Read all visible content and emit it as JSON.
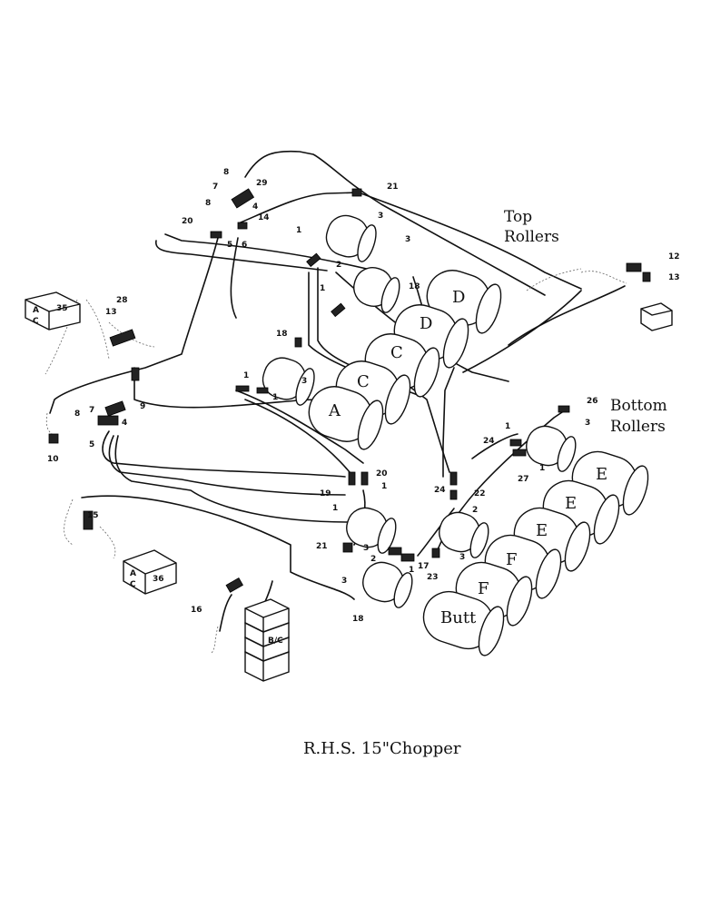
{
  "groups": {
    "top": [
      "Top",
      "Rollers"
    ],
    "bottom": [
      "Bottom",
      "Rollers"
    ]
  },
  "caption": "R.H.S. 15\"Chopper",
  "rollers": {
    "d1": "D",
    "d2": "D",
    "c1": "C",
    "c2": "C",
    "a1": "A",
    "e1": "E",
    "e2": "E",
    "e3": "E",
    "f1": "F",
    "f2": "F",
    "f3": "F",
    "butt": "Butt"
  },
  "valves": {
    "v35": "35",
    "v36": "36",
    "bc": "B/C",
    "a_left": "A",
    "c_left": "C",
    "a_bot": "A",
    "c_bot": "C"
  },
  "callouts": {
    "c8a": "8",
    "c29": "29",
    "c7a": "7",
    "c21a": "21",
    "c3a": "3",
    "c8b": "8",
    "c4a": "4",
    "c14": "14",
    "c20a": "20",
    "c5a": "5",
    "c6": "6",
    "c1a": "1",
    "c3b": "3",
    "c2a": "2",
    "c18a": "18",
    "c1b": "1",
    "c28": "28",
    "c13a": "13",
    "c12": "12",
    "c13b": "13",
    "c18b": "18",
    "c3c": "3",
    "c1c": "1",
    "c1d": "1",
    "c9": "9",
    "c7b": "7",
    "c8c": "8",
    "c4b": "4",
    "c5b": "5",
    "c10": "10",
    "c26": "26",
    "c3d": "3",
    "c1e": "1",
    "c24a": "24",
    "c27": "27",
    "c1f": "1",
    "c20b": "20",
    "c19": "19",
    "c1g": "1",
    "c1h": "1",
    "c24b": "24",
    "c22": "22",
    "c2b": "2",
    "c15": "15",
    "c21b": "21",
    "c3e": "3",
    "c2c": "2",
    "c17": "17",
    "c1i": "1",
    "c23": "23",
    "c3f": "3",
    "c3g": "3",
    "c16a": "16",
    "c18c": "18"
  }
}
